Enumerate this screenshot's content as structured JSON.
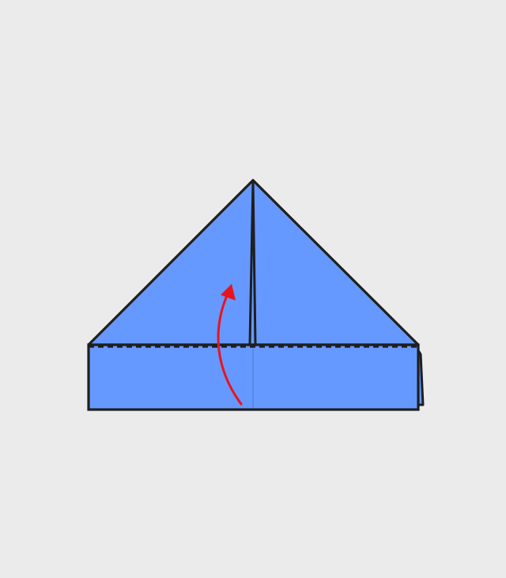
{
  "diagram": {
    "type": "origami-fold-step",
    "step_description": "",
    "colors": {
      "background": "#ebebeb",
      "paper": "#6699ff",
      "outline": "#1f1f1f",
      "center_crease": "#4f7fdf",
      "arrow": "#e8141c"
    },
    "elements": {
      "triangle": "triangle-flap",
      "band": "bottom-band",
      "fold_line": "fold-line-dashed",
      "arrow": "fold-up-arrow"
    }
  }
}
